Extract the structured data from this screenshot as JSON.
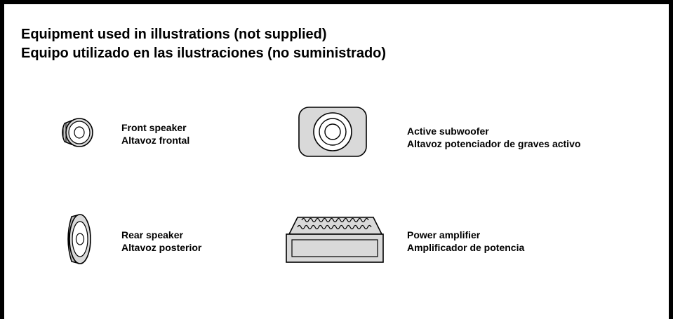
{
  "header": {
    "title_en": "Equipment used in illustrations (not supplied)",
    "title_es": "Equipo utilizado en las ilustraciones (no suministrado)"
  },
  "equipment": [
    {
      "icon": "front-speaker-icon",
      "label_en": "Front speaker",
      "label_es": "Altavoz frontal"
    },
    {
      "icon": "active-subwoofer-icon",
      "label_en": "Active subwoofer",
      "label_es": "Altavoz potenciador de graves activo"
    },
    {
      "icon": "rear-speaker-icon",
      "label_en": "Rear speaker",
      "label_es": "Altavoz posterior"
    },
    {
      "icon": "power-amplifier-icon",
      "label_en": "Power amplifier",
      "label_es": "Amplificador de potencia"
    }
  ],
  "colors": {
    "border": "#000000",
    "icon_fill": "#d9d9d9",
    "text": "#000000"
  }
}
